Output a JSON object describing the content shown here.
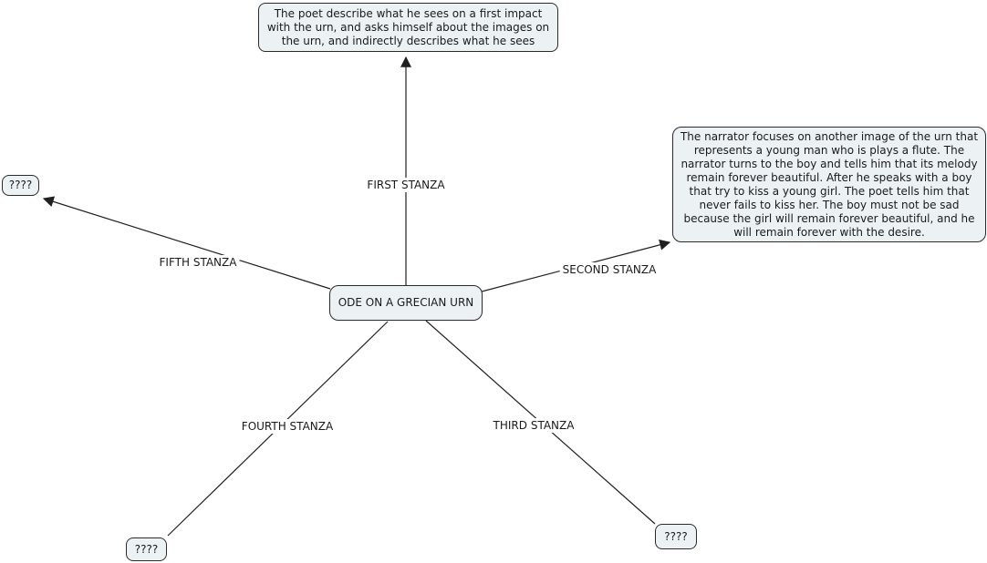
{
  "map": {
    "title_node": "ODE ON A GRECIAN URN",
    "stanza_nodes": {
      "first": "The poet describe what he sees on a first impact with the urn, and asks himself about the images on the urn, and indirectly describes what he sees",
      "second": "The narrator focuses on another image of the urn that represents a young man who is plays a flute. The narrator turns to the boy and tells him that its melody remain forever beautiful. After he speaks with a boy that try to kiss a young girl. The poet tells him that never fails to kiss her. The boy must not be sad because the girl will remain forever beautiful, and he will remain forever with the desire.",
      "third": "????",
      "fourth": "????",
      "fifth": "????"
    },
    "link_labels": {
      "first": "FIRST STANZA",
      "second": "SECOND STANZA",
      "third": "THIRD STANZA",
      "fourth": "FOURTH STANZA",
      "fifth": "FIFTH STANZA"
    },
    "colors": {
      "node_fill": "#ecf2f4",
      "node_border": "#2b2b2b",
      "connector_line": "#202020",
      "text": "#1a1a1a",
      "canvas_background": "#ffffff"
    }
  }
}
